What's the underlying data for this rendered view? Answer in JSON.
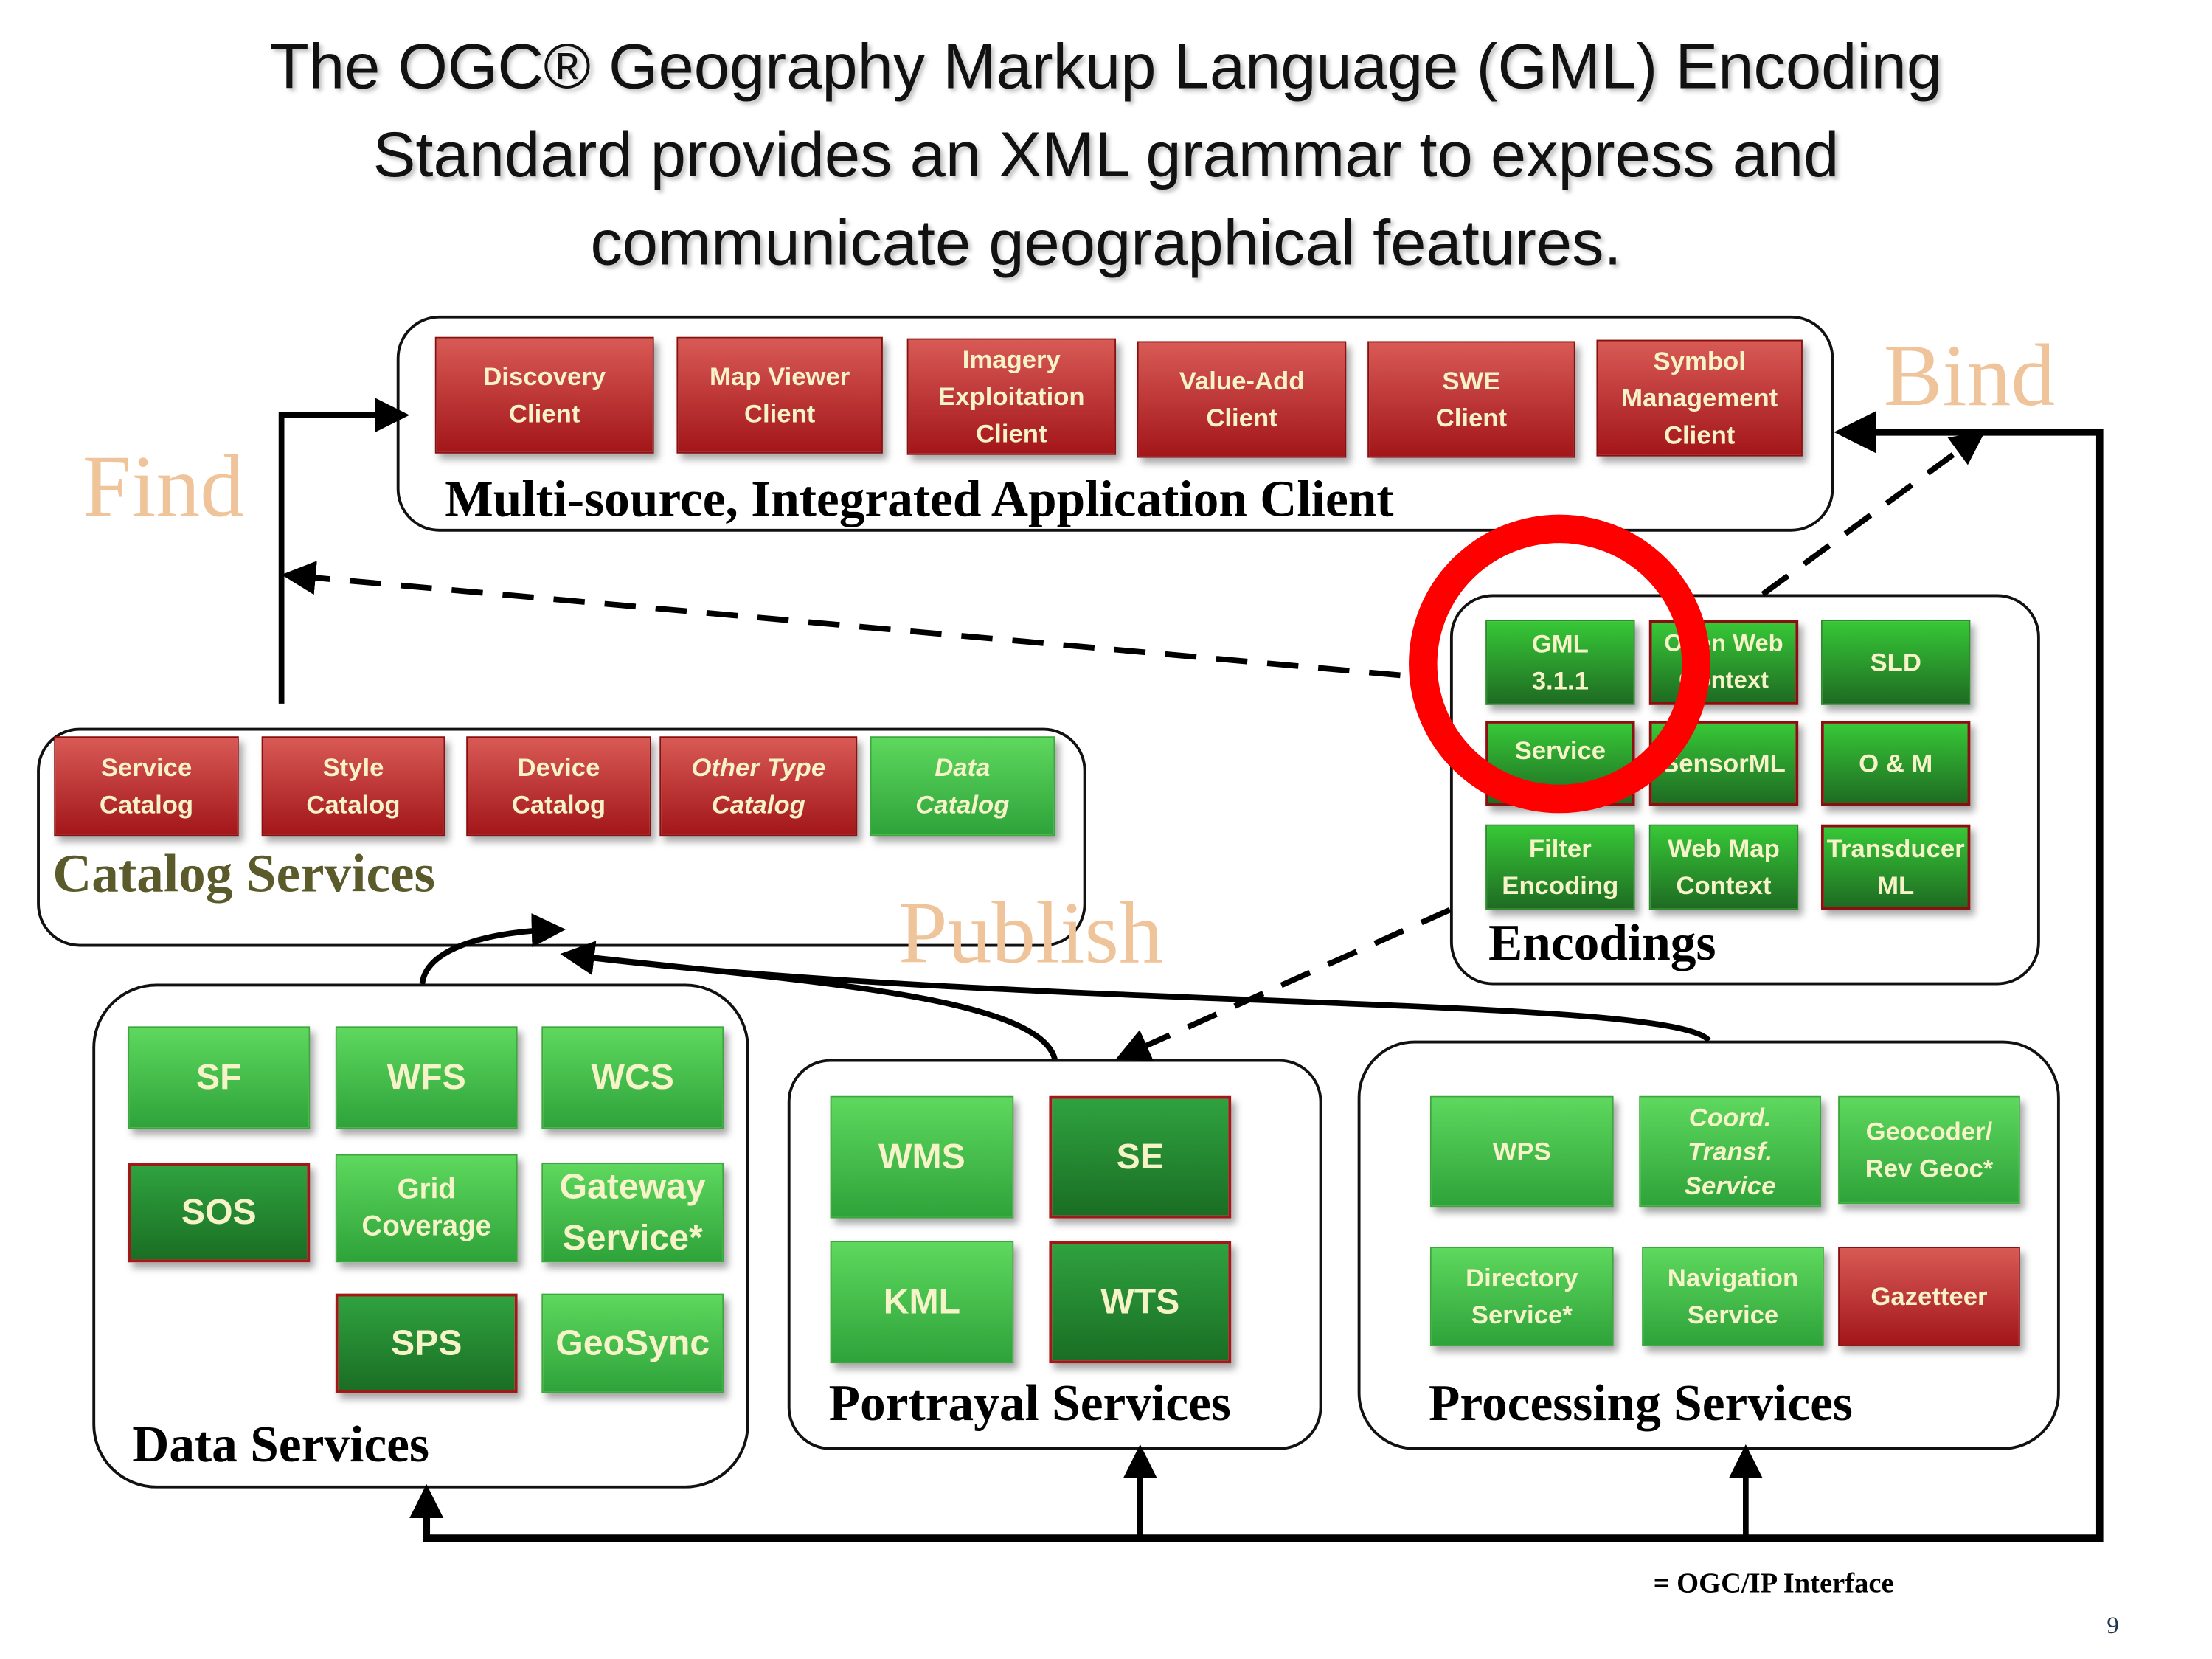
{
  "title": {
    "line1": "The OGC® Geography Markup Language (GML) Encoding",
    "line2": "Standard provides an XML grammar to express and",
    "line3": "communicate geographical features."
  },
  "verbs": {
    "find": "Find",
    "bind": "Bind",
    "publish": "Publish"
  },
  "client": {
    "label": "Multi-source, Integrated Application Client",
    "boxes": [
      "Discovery Client",
      "Map Viewer Client",
      "Imagery Exploitation Client",
      "Value-Add Client",
      "SWE Client",
      "Symbol Management Client"
    ]
  },
  "catalog": {
    "label": "Catalog Services",
    "boxes": [
      "Service Catalog",
      "Style Catalog",
      "Device Catalog",
      "Other Type Catalog",
      "Data Catalog"
    ]
  },
  "encodings": {
    "label": "Encodings",
    "boxes": [
      "GML 3.1.1",
      "Open Web Context",
      "SLD",
      "Service",
      "SensorML",
      "O & M",
      "Filter Encoding",
      "Web Map Context",
      "Transducer ML"
    ]
  },
  "data_services": {
    "label": "Data Services",
    "boxes": [
      "SF",
      "WFS",
      "WCS",
      "SOS",
      "Grid Coverage",
      "Gateway Service*",
      "SPS",
      "GeoSync"
    ]
  },
  "portrayal": {
    "label": "Portrayal Services",
    "boxes": [
      "WMS",
      "SE",
      "KML",
      "WTS"
    ]
  },
  "processing": {
    "label": "Processing Services",
    "boxes": [
      "WPS",
      "Coord. Transf. Service",
      "Geocoder/ Rev Geoc*",
      "Directory Service*",
      "Navigation Service",
      "Gazetteer"
    ]
  },
  "legend": "= OGC/IP Interface",
  "page_number": "9",
  "colors": {
    "client_red": "#a3161a",
    "service_green": "#2ea33a",
    "highlight_circle": "#ff0000",
    "verb_text": "#f0c49a",
    "catalog_label": "#5a5a2a"
  }
}
